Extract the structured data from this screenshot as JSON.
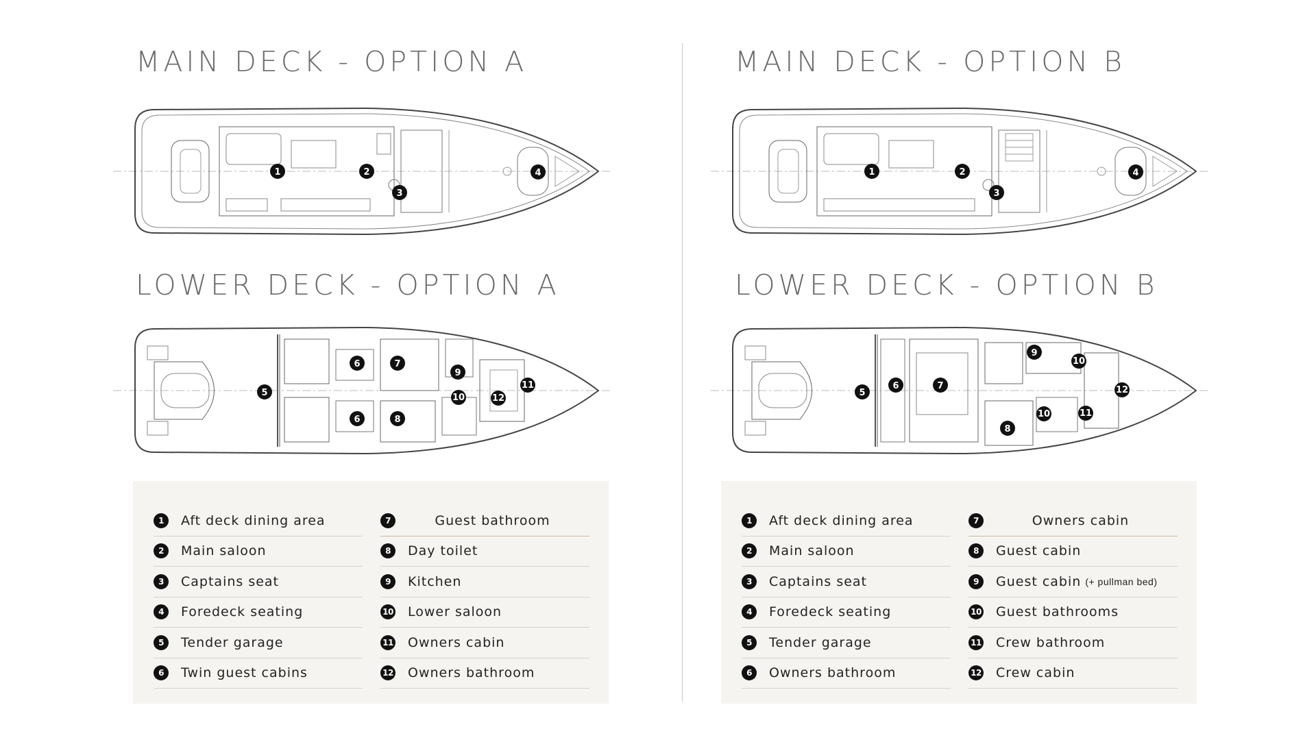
{
  "titles": {
    "main_a": "MAIN DECK - OPTION A",
    "main_b": "MAIN DECK - OPTION B",
    "lower_a": "LOWER DECK - OPTION A",
    "lower_b": "LOWER DECK - OPTION B"
  },
  "plans": {
    "main_a_markers": [
      "1",
      "2",
      "3",
      "4"
    ],
    "main_b_markers": [
      "1",
      "2",
      "3",
      "4"
    ],
    "lower_a_markers": [
      "5",
      "6",
      "6",
      "7",
      "8",
      "9",
      "10",
      "11",
      "12"
    ],
    "lower_b_markers": [
      "5",
      "6",
      "7",
      "8",
      "9",
      "10",
      "10",
      "11",
      "12"
    ]
  },
  "legend_a": {
    "left": [
      {
        "num": "1",
        "label": "Aft deck dining area"
      },
      {
        "num": "2",
        "label": "Main saloon"
      },
      {
        "num": "3",
        "label": "Captains seat"
      },
      {
        "num": "4",
        "label": "Foredeck seating"
      },
      {
        "num": "5",
        "label": "Tender garage"
      },
      {
        "num": "6",
        "label": "Twin guest cabins"
      }
    ],
    "right": [
      {
        "num": "7",
        "label": "Guest bathroom"
      },
      {
        "num": "8",
        "label": "Day toilet"
      },
      {
        "num": "9",
        "label": "Kitchen"
      },
      {
        "num": "10",
        "label": "Lower saloon"
      },
      {
        "num": "11",
        "label": "Owners cabin"
      },
      {
        "num": "12",
        "label": "Owners bathroom"
      }
    ]
  },
  "legend_b": {
    "left": [
      {
        "num": "1",
        "label": "Aft deck dining area"
      },
      {
        "num": "2",
        "label": "Main saloon"
      },
      {
        "num": "3",
        "label": "Captains seat"
      },
      {
        "num": "4",
        "label": "Foredeck seating"
      },
      {
        "num": "5",
        "label": "Tender garage"
      },
      {
        "num": "6",
        "label": "Owners bathroom"
      }
    ],
    "right": [
      {
        "num": "7",
        "label": "Owners cabin"
      },
      {
        "num": "8",
        "label": "Guest cabin"
      },
      {
        "num": "9",
        "label": "Guest cabin",
        "sub": "(+ pullman bed)"
      },
      {
        "num": "10",
        "label": "Guest bathrooms"
      },
      {
        "num": "11",
        "label": "Crew bathroom"
      },
      {
        "num": "12",
        "label": "Crew cabin"
      }
    ]
  }
}
